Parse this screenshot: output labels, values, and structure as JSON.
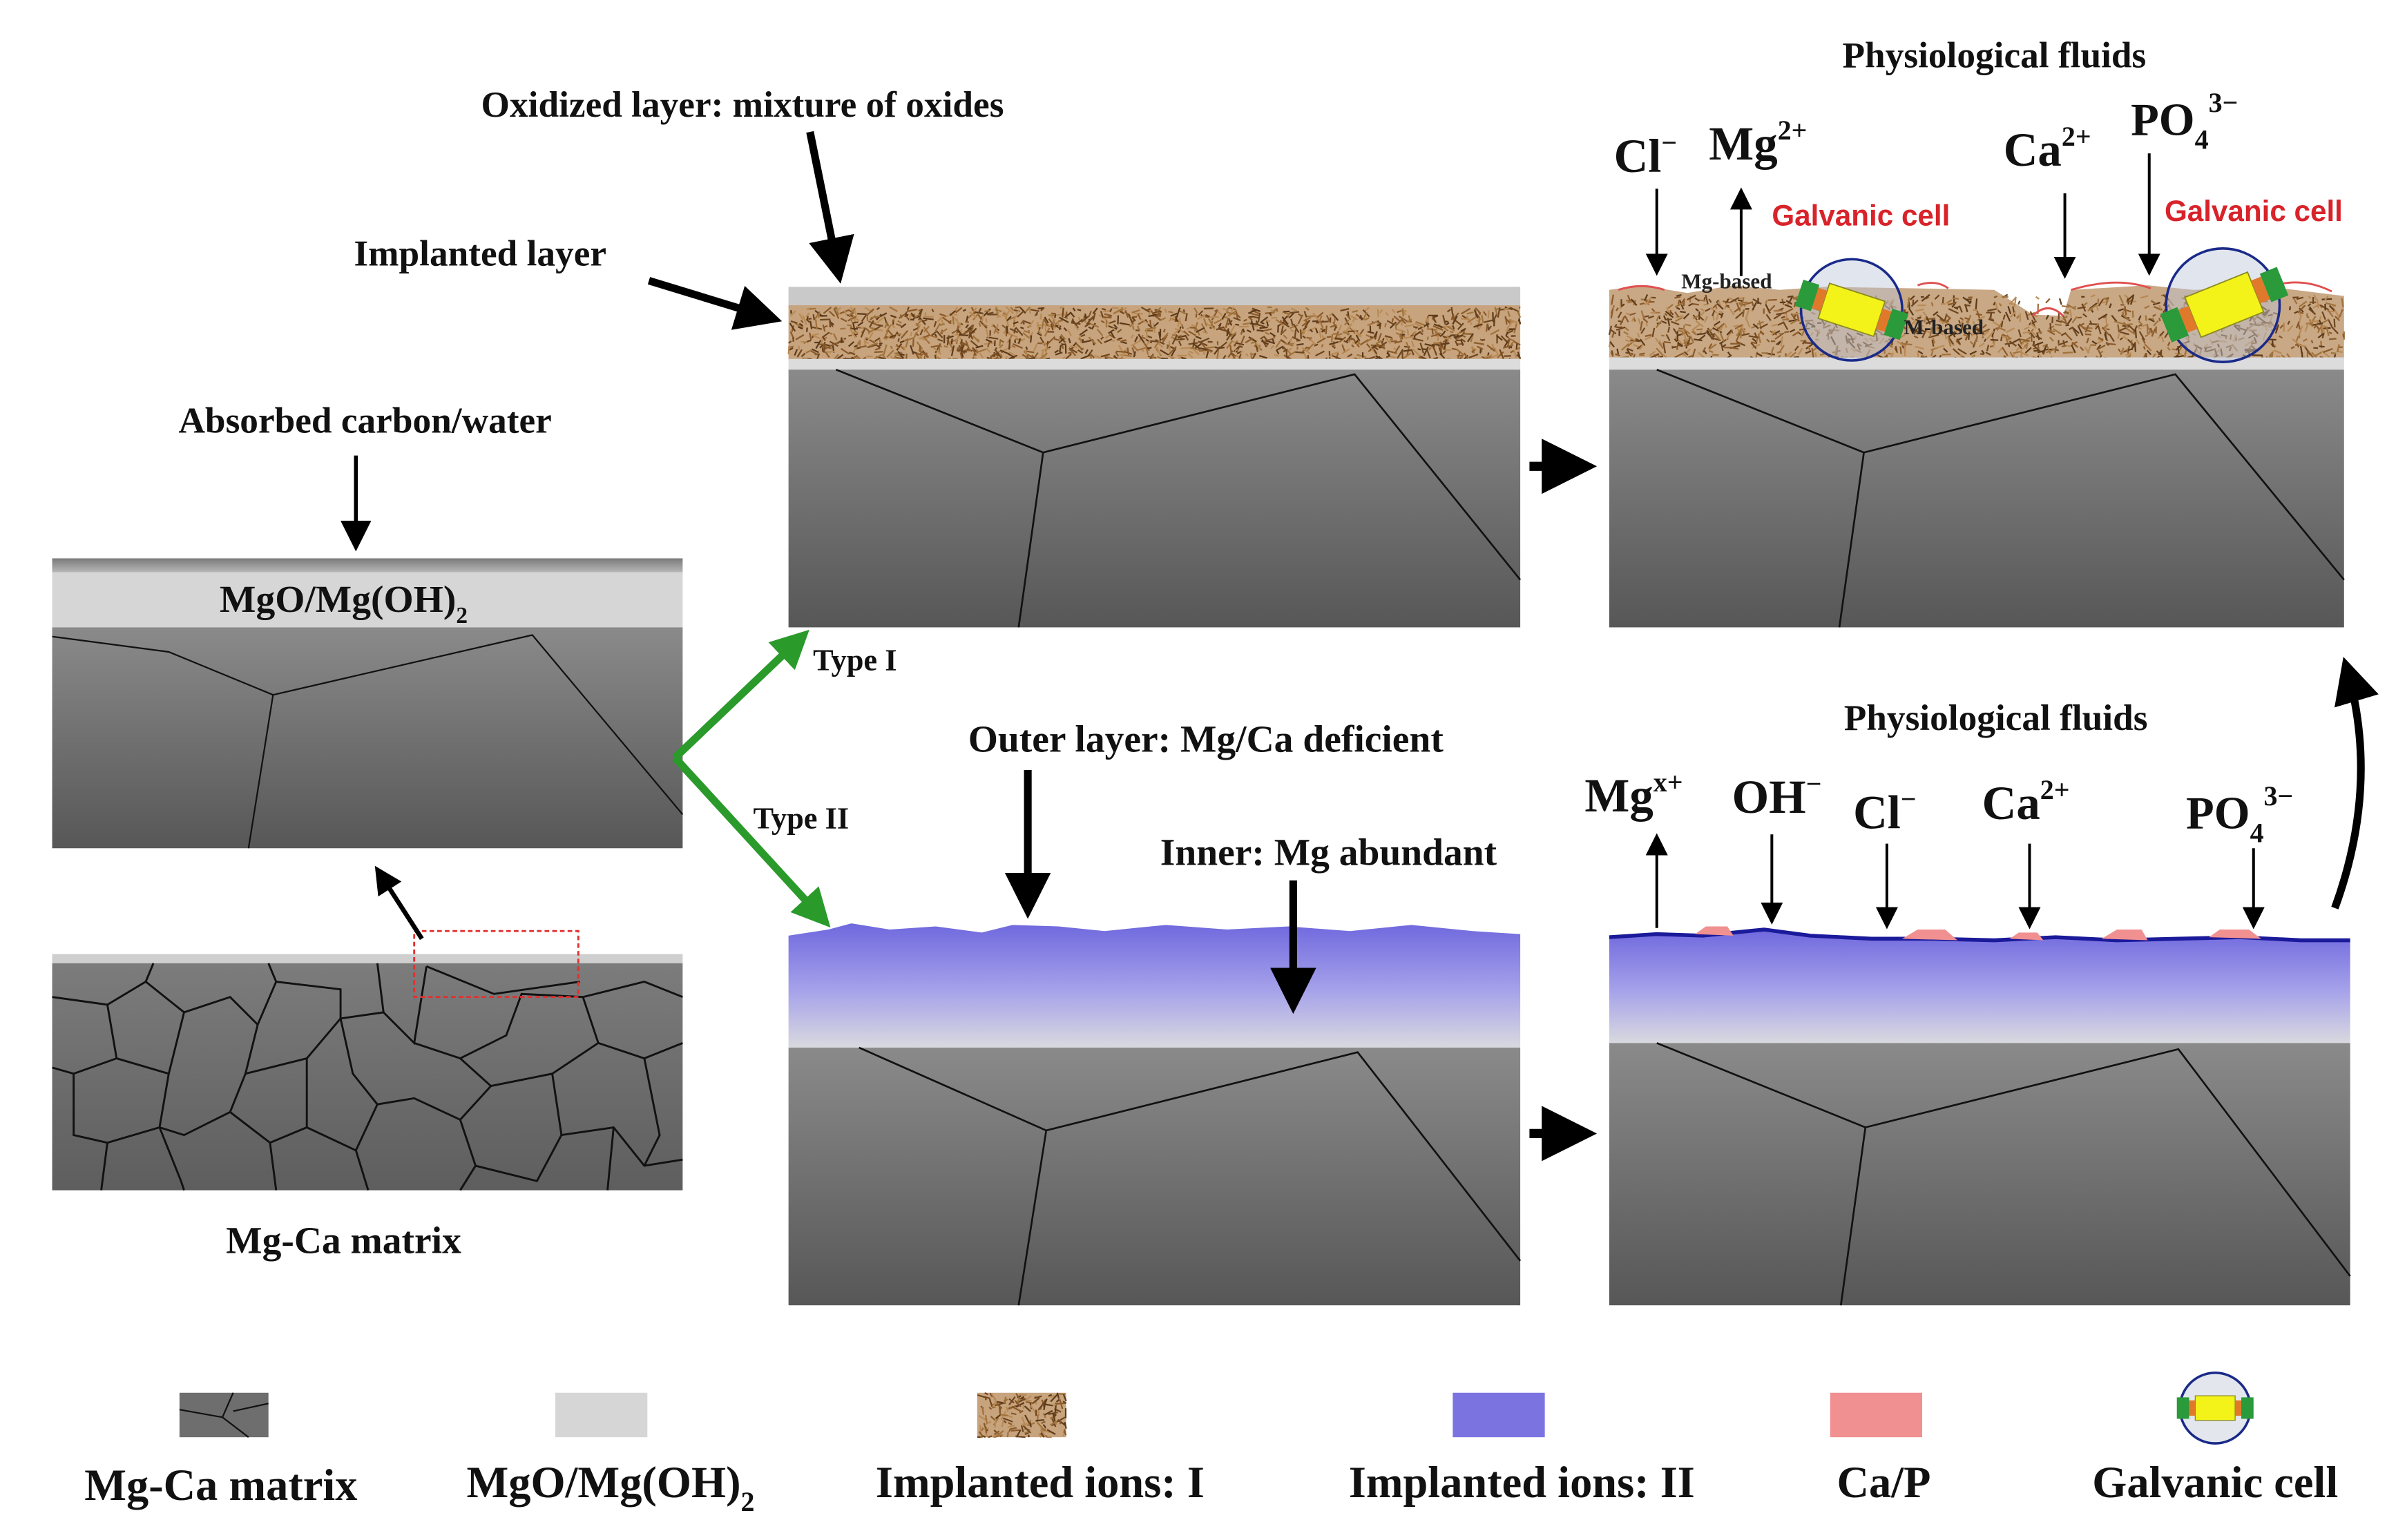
{
  "labels": {
    "absorbed": "Absorbed carbon/water",
    "mgo_layer": "MgO/Mg(OH)",
    "mgo_sub": "2",
    "matrix_caption": "Mg-Ca matrix",
    "type1": "Type I",
    "type2": "Type II",
    "implanted_layer": "Implanted layer",
    "oxidized_layer": "Oxidized layer: mixture of oxides",
    "outer_layer": "Outer layer: Mg/Ca deficient",
    "inner_layer": "Inner: Mg abundant",
    "physio_top": "Physiological fluids",
    "physio_bottom": "Physiological fluids",
    "galvanic_1": "Galvanic cell",
    "galvanic_2": "Galvanic cell",
    "mg_based": "Mg-based",
    "m_based": "M-based"
  },
  "ions_top": {
    "cl": "Cl",
    "cl_sup": "−",
    "mg": "Mg",
    "mg_sup": "2+",
    "ca": "Ca",
    "ca_sup": "2+",
    "po": "PO",
    "po_sub": "4",
    "po_sup": "3−"
  },
  "ions_bottom": {
    "mg": "Mg",
    "mg_sup": "x+",
    "oh": "OH",
    "oh_sup": "−",
    "cl": "Cl",
    "cl_sup": "−",
    "ca": "Ca",
    "ca_sup": "2+",
    "po": "PO",
    "po_sub": "4",
    "po_sup": "3−"
  },
  "legend": [
    {
      "id": "matrix",
      "label": "Mg-Ca matrix"
    },
    {
      "id": "mgo",
      "label": "MgO/Mg(OH)",
      "sub": "2"
    },
    {
      "id": "ions1",
      "label": "Implanted ions: I"
    },
    {
      "id": "ions2",
      "label": "Implanted ions: II"
    },
    {
      "id": "cap",
      "label": "Ca/P"
    },
    {
      "id": "galvanic",
      "label": "Galvanic cell"
    }
  ],
  "colors": {
    "matrix_top": "#8a8a8a",
    "matrix_bottom": "#555555",
    "oxide": "#d6d6d6",
    "implanted_I": "#a0723c",
    "implanted_II": "#7b74e0",
    "cap": "#f09090",
    "arrow_green": "#2a9a2a",
    "galvanic_red": "#d8232a"
  }
}
